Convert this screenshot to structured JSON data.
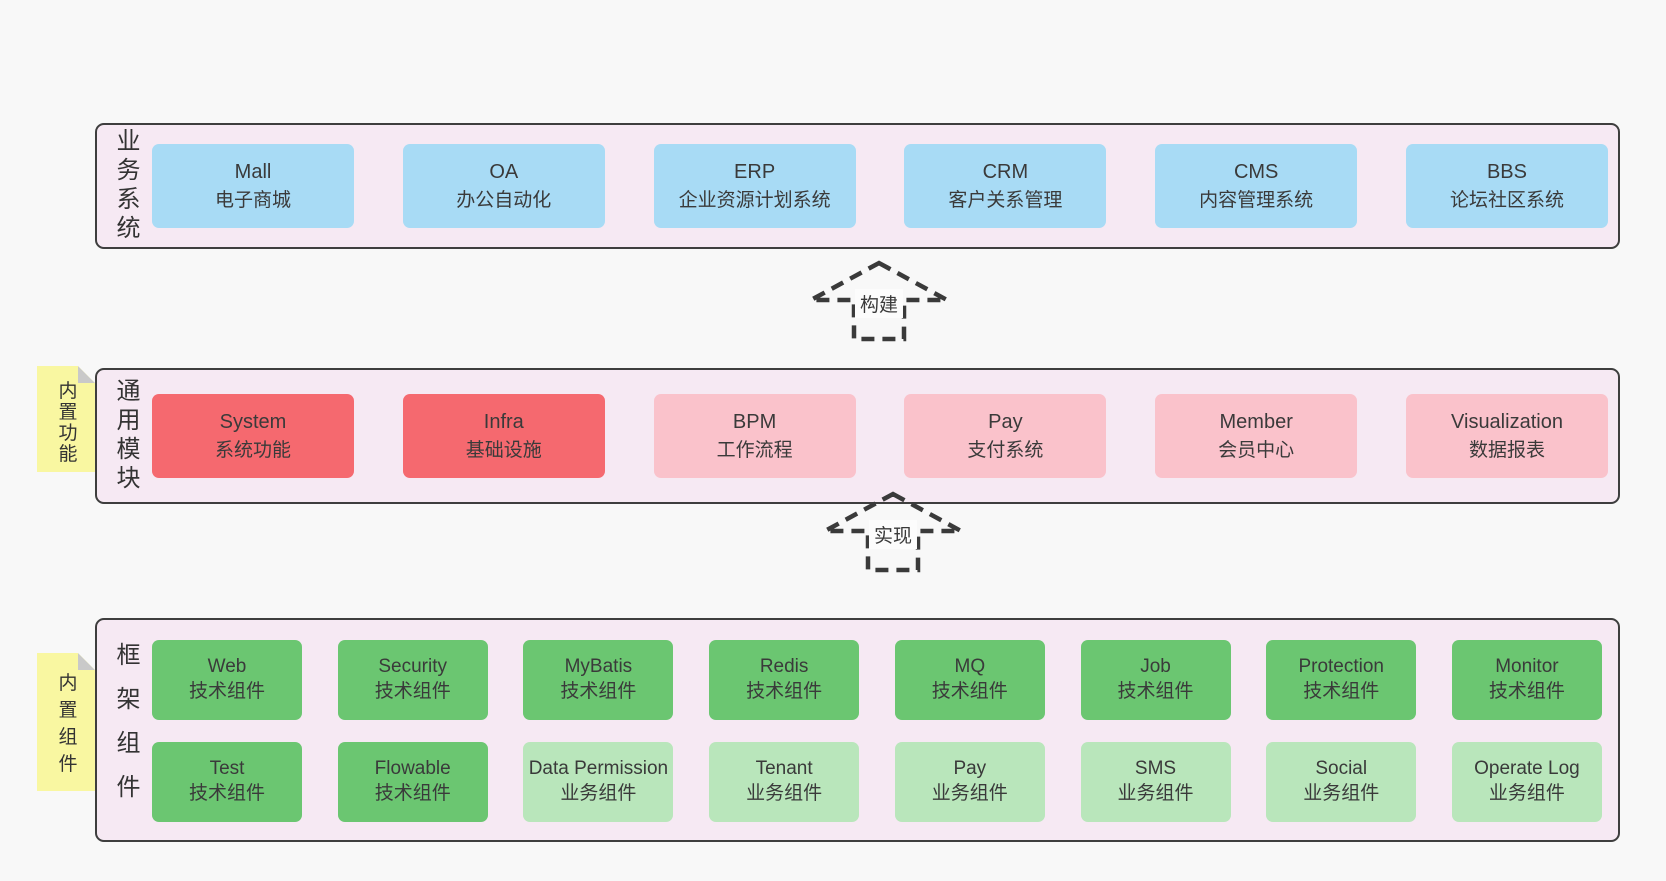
{
  "colors": {
    "page_background": "#f8f8f8",
    "panel_fill": "#f6e9f3",
    "panel_border": "#3e3e3e",
    "blue": "#a8dbf5",
    "red": "#f5696f",
    "pink": "#fac2cb",
    "green": "#6bc671",
    "lightgreen": "#b9e6bb",
    "sticky_yellow": "#f9f7a1",
    "sticky_fold": "#c9c9c9",
    "text": "#3a3a3a"
  },
  "layers": [
    {
      "id": "business",
      "label": "业务系统",
      "boxes": [
        {
          "title": "Mall",
          "subtitle": "电子商城",
          "variant": "blue"
        },
        {
          "title": "OA",
          "subtitle": "办公自动化",
          "variant": "blue"
        },
        {
          "title": "ERP",
          "subtitle": "企业资源计划系统",
          "variant": "blue"
        },
        {
          "title": "CRM",
          "subtitle": "客户关系管理",
          "variant": "blue"
        },
        {
          "title": "CMS",
          "subtitle": "内容管理系统",
          "variant": "blue"
        },
        {
          "title": "BBS",
          "subtitle": "论坛社区系统",
          "variant": "blue"
        }
      ]
    },
    {
      "id": "modules",
      "label": "通用模块",
      "sticky": "内置功能",
      "boxes": [
        {
          "title": "System",
          "subtitle": "系统功能",
          "variant": "red"
        },
        {
          "title": "Infra",
          "subtitle": "基础设施",
          "variant": "red"
        },
        {
          "title": "BPM",
          "subtitle": "工作流程",
          "variant": "pink"
        },
        {
          "title": "Pay",
          "subtitle": "支付系统",
          "variant": "pink"
        },
        {
          "title": "Member",
          "subtitle": "会员中心",
          "variant": "pink"
        },
        {
          "title": "Visualization",
          "subtitle": "数据报表",
          "variant": "pink"
        }
      ]
    },
    {
      "id": "framework",
      "label": "框架组件",
      "sticky": "内置组件",
      "rows": [
        [
          {
            "title": "Web",
            "subtitle": "技术组件",
            "variant": "green"
          },
          {
            "title": "Security",
            "subtitle": "技术组件",
            "variant": "green"
          },
          {
            "title": "MyBatis",
            "subtitle": "技术组件",
            "variant": "green"
          },
          {
            "title": "Redis",
            "subtitle": "技术组件",
            "variant": "green"
          },
          {
            "title": "MQ",
            "subtitle": "技术组件",
            "variant": "green"
          },
          {
            "title": "Job",
            "subtitle": "技术组件",
            "variant": "green"
          },
          {
            "title": "Protection",
            "subtitle": "技术组件",
            "variant": "green"
          },
          {
            "title": "Monitor",
            "subtitle": "技术组件",
            "variant": "green"
          }
        ],
        [
          {
            "title": "Test",
            "subtitle": "技术组件",
            "variant": "green"
          },
          {
            "title": "Flowable",
            "subtitle": "技术组件",
            "variant": "green"
          },
          {
            "title": "Data Permission",
            "subtitle": "业务组件",
            "variant": "lightgreen"
          },
          {
            "title": "Tenant",
            "subtitle": "业务组件",
            "variant": "lightgreen"
          },
          {
            "title": "Pay",
            "subtitle": "业务组件",
            "variant": "lightgreen"
          },
          {
            "title": "SMS",
            "subtitle": "业务组件",
            "variant": "lightgreen"
          },
          {
            "title": "Social",
            "subtitle": "业务组件",
            "variant": "lightgreen"
          },
          {
            "title": "Operate Log",
            "subtitle": "业务组件",
            "variant": "lightgreen"
          }
        ]
      ]
    }
  ],
  "arrows": [
    {
      "id": "build",
      "label": "构建"
    },
    {
      "id": "implement",
      "label": "实现"
    }
  ]
}
